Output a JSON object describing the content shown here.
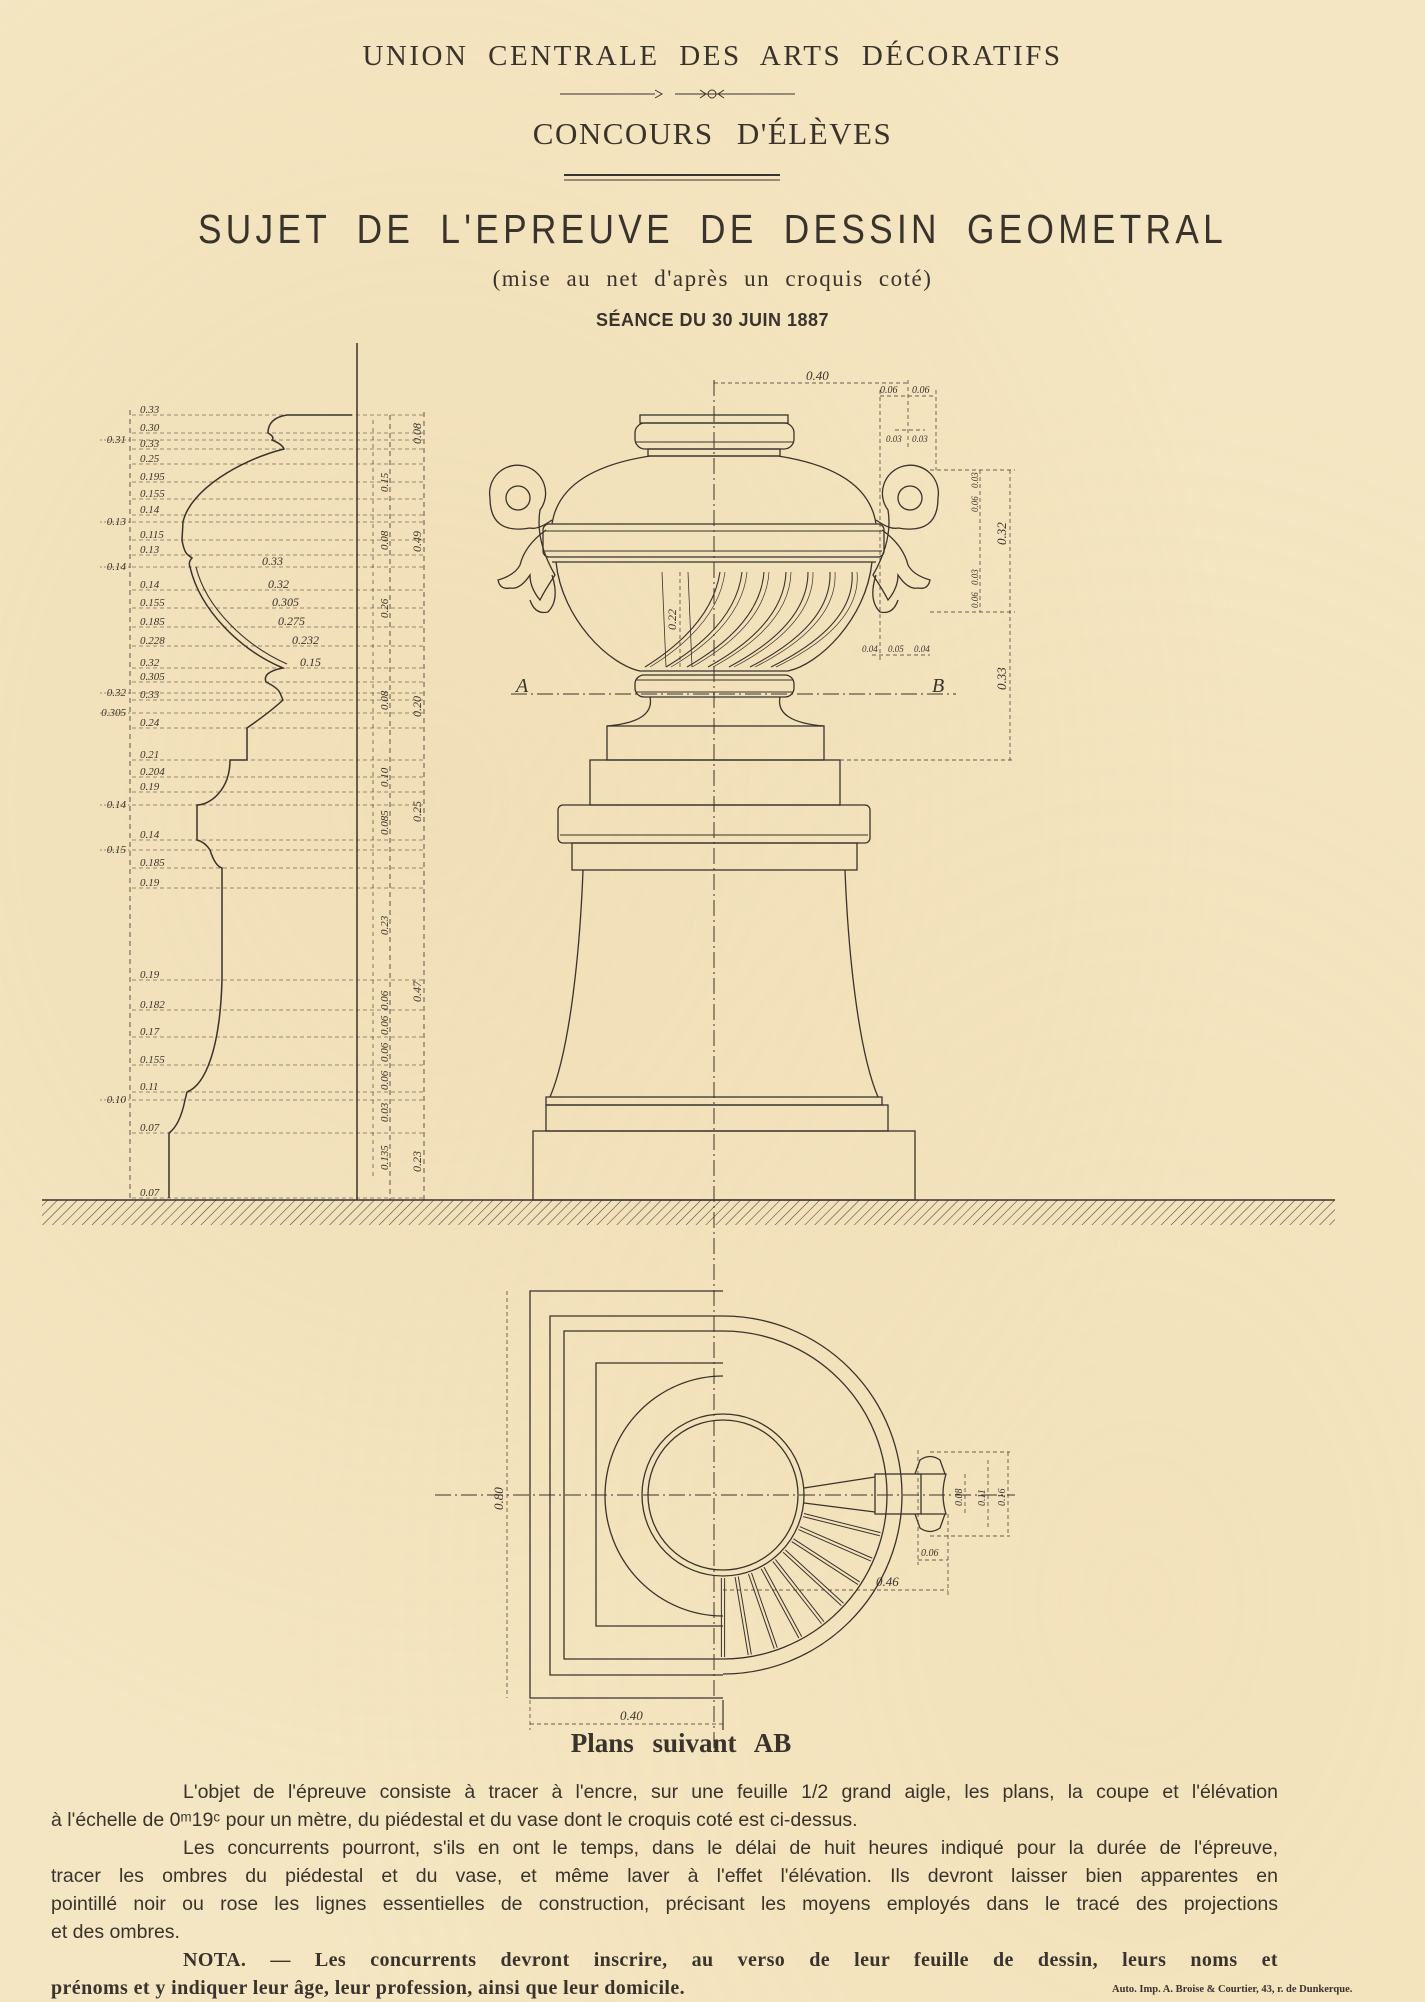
{
  "header": {
    "institution": "UNION CENTRALE DES ARTS DÉCORATIFS",
    "competition": "CONCOURS D'ÉLÈVES",
    "subject": "SUJET DE L'EPREUVE DE DESSIN GEOMETRAL",
    "subtitle": "(mise au net d'après un croquis coté)",
    "session": "SÉANCE DU 30 JUIN 1887"
  },
  "section_profile": {
    "diameters": [
      "0.33",
      "0.30",
      "0.31",
      "0.33",
      "0.25",
      "0.195",
      "0.155",
      "0.14",
      "0.13",
      "0.115",
      "0.13",
      "0.14",
      "0.14",
      "0.155",
      "0.185",
      "0.228",
      "0.32",
      "0.305",
      "0.32",
      "0.33",
      "0.305",
      "0.24",
      "0.21",
      "0.204",
      "0.19",
      "0.14",
      "0.14",
      "0.15",
      "0.185",
      "0.19",
      "0.19",
      "0.182",
      "0.17",
      "0.155",
      "0.11",
      "0.10",
      "0.07",
      "0.07"
    ],
    "inner_diameters": [
      "0.33",
      "0.32",
      "0.305",
      "0.275",
      "0.232",
      "0.15"
    ],
    "heights_inner": [
      "0.15",
      "0.08",
      "0.26",
      "0.08",
      "0.10",
      "0.085",
      "0.23",
      "0.06",
      "0.06",
      "0.06",
      "0.06",
      "0.03",
      "0.135"
    ],
    "heights_outer": [
      "0.08",
      "0.49",
      "0.20",
      "0.25",
      "0.47",
      "0.23"
    ]
  },
  "elevation": {
    "label_a": "A",
    "label_b": "B",
    "dims": {
      "half_width": "0.40",
      "handle_w1": "0.06",
      "handle_w2": "0.06",
      "eye_w1": "0.03",
      "eye_w2": "0.03",
      "handle_h": "0.32",
      "base_h": "0.33",
      "bowl_h": "0.22",
      "foot_w1": "0.04",
      "foot_w2": "0.05",
      "foot_w3": "0.04",
      "eye_h1": "0.03",
      "eye_h2": "0.06",
      "leaf_h1": "0.03",
      "leaf_h2": "0.06"
    }
  },
  "plan": {
    "title": "Plans suivant AB",
    "dims": {
      "depth": "0.80",
      "half_width": "0.40",
      "radius": "0.46",
      "handle_len": "0.06",
      "knob_d1": "0.08",
      "knob_d2": "0.11",
      "knob_d3": "0.16"
    }
  },
  "body_text": {
    "p1_lines": [
      "L'objet de l'épreuve consiste à tracer à l'encre, sur une feuille 1/2 grand aigle, les plans, la coupe et l'élévation",
      "à l'échelle de 0ᵐ19ᶜ pour un mètre, du piédestal et du vase dont le croquis coté est ci-dessus."
    ],
    "p2_lines": [
      "Les concurrents pourront, s'ils en ont le temps, dans le délai de huit heures indiqué pour la durée de l'épreuve,",
      "tracer les ombres du piédestal et du vase, et même laver à l'effet l'élévation. Ils devront laisser bien apparentes en",
      "pointillé noir ou rose les lignes essentielles de construction, précisant les moyens employés dans le tracé des projections",
      "et des ombres."
    ],
    "nota_lines": [
      "NOTA. — Les concurrents devront inscrire, au verso de leur feuille de dessin, leurs noms et",
      "prénoms et y indiquer leur âge, leur profession, ainsi que leur domicile."
    ]
  },
  "credit": "Auto. Imp. A. Broise & Courtier, 43, r. de Dunkerque.",
  "colors": {
    "paper": "#f4e6c2",
    "ink": "#3a332c"
  }
}
